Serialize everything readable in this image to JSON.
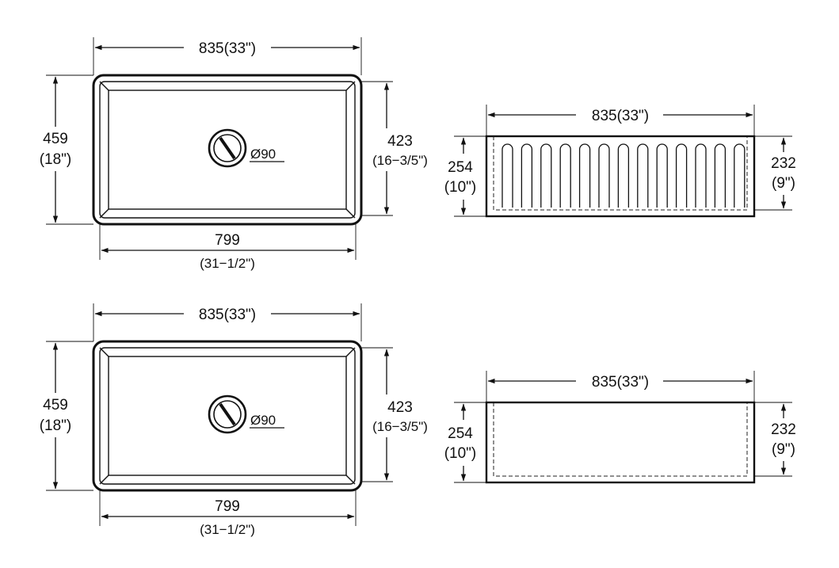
{
  "drawings": [
    {
      "top_view": {
        "width_top": "835(33\")",
        "height_outer_mm": "459",
        "height_outer_in": "(18\")",
        "height_inner_mm": "423",
        "height_inner_in": "(16−3/5\")",
        "drain": "Ø90",
        "width_bottom_mm": "799",
        "width_bottom_in": "(31−1/2\")"
      },
      "front_view": {
        "apron": "fluted",
        "width": "835(33\")",
        "height_outer_mm": "254",
        "height_outer_in": "(10\")",
        "height_inner_mm": "232",
        "height_inner_in": "(9\")"
      }
    },
    {
      "top_view": {
        "width_top": "835(33\")",
        "height_outer_mm": "459",
        "height_outer_in": "(18\")",
        "height_inner_mm": "423",
        "height_inner_in": "(16−3/5\")",
        "drain": "Ø90",
        "width_bottom_mm": "799",
        "width_bottom_in": "(31−1/2\")"
      },
      "front_view": {
        "apron": "plain",
        "width": "835(33\")",
        "height_outer_mm": "254",
        "height_outer_in": "(10\")",
        "height_inner_mm": "232",
        "height_inner_in": "(9\")"
      }
    }
  ]
}
